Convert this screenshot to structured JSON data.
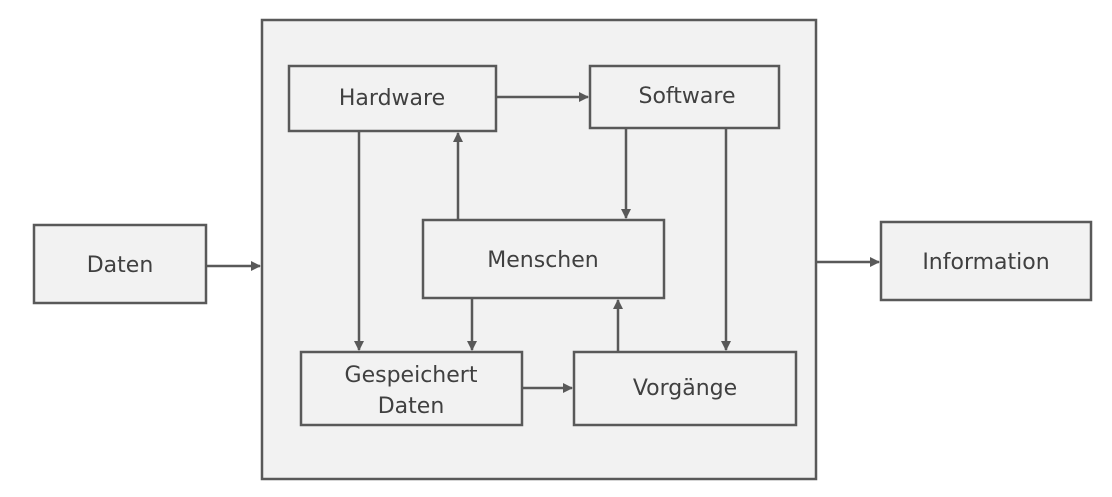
{
  "nodes": {
    "daten": "Daten",
    "hardware": "Hardware",
    "software": "Software",
    "menschen": "Menschen",
    "gespeichert_line1": "Gespeichert",
    "gespeichert_line2": "Daten",
    "vorgaenge": "Vorgänge",
    "information": "Information"
  },
  "colors": {
    "box_fill": "#f2f2f2",
    "stroke": "#595959",
    "text": "#404040"
  }
}
